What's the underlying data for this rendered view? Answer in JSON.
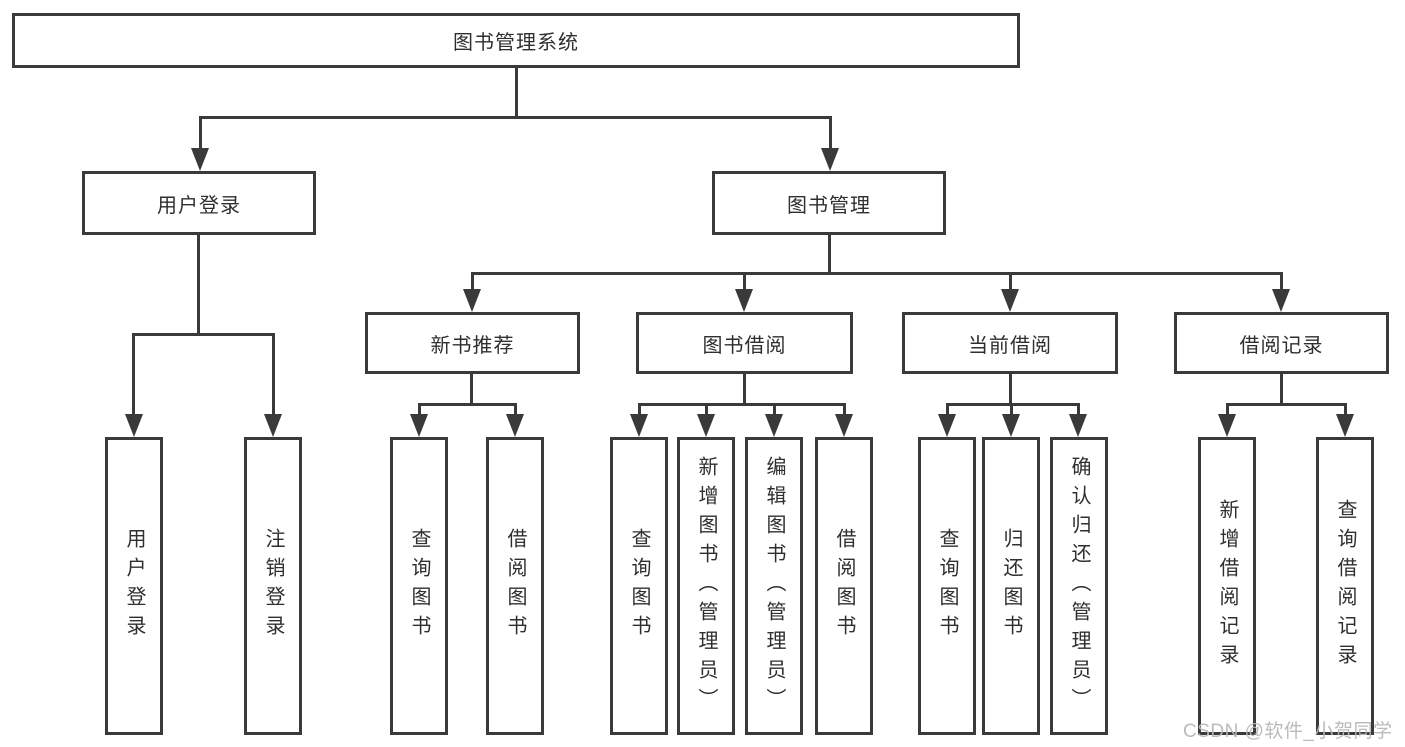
{
  "colors": {
    "line": "#3a3a3a",
    "box_border": "#3a3a3a",
    "text": "#2f2f2f",
    "background": "#ffffff",
    "watermark": "#b7b7b7"
  },
  "watermark": "CSDN @软件_小贺同学",
  "tree": {
    "label": "图书管理系统",
    "children": [
      {
        "label": "用户登录",
        "children": [
          {
            "label": "用户登录"
          },
          {
            "label": "注销登录"
          }
        ]
      },
      {
        "label": "图书管理",
        "children": [
          {
            "label": "新书推荐",
            "children": [
              {
                "label": "查询图书"
              },
              {
                "label": "借阅图书"
              }
            ]
          },
          {
            "label": "图书借阅",
            "children": [
              {
                "label": "查询图书"
              },
              {
                "label": "新增图书（管理员）"
              },
              {
                "label": "编辑图书（管理员）"
              },
              {
                "label": "借阅图书"
              }
            ]
          },
          {
            "label": "当前借阅",
            "children": [
              {
                "label": "查询图书"
              },
              {
                "label": "归还图书"
              },
              {
                "label": "确认归还（管理员）"
              }
            ]
          },
          {
            "label": "借阅记录",
            "children": [
              {
                "label": "新增借阅记录"
              },
              {
                "label": "查询借阅记录"
              }
            ]
          }
        ]
      }
    ]
  }
}
